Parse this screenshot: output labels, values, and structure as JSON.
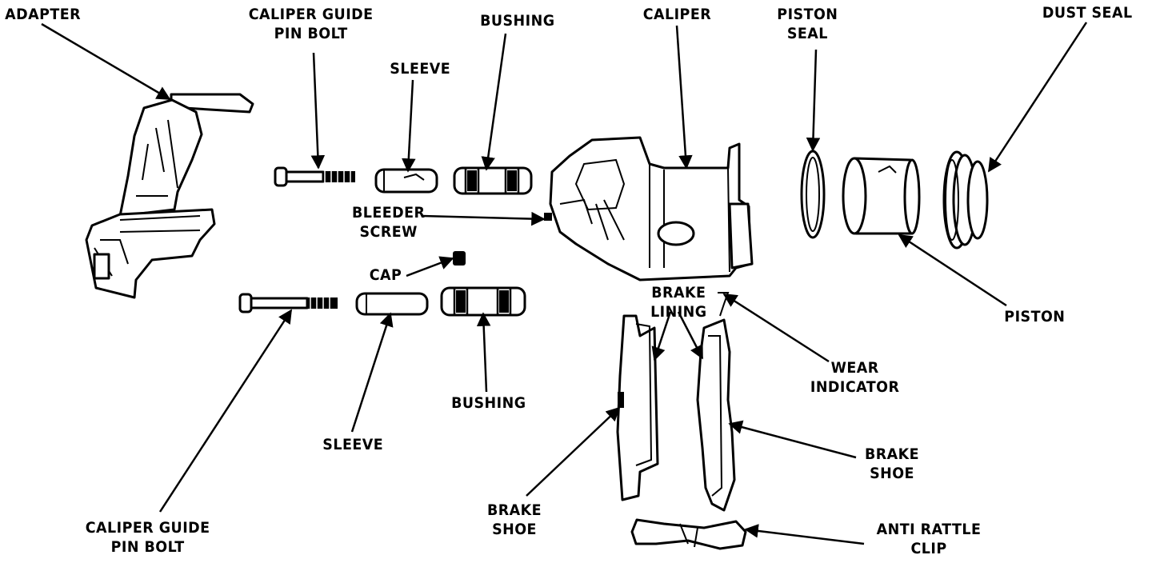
{
  "labels": {
    "adapter": "ADAPTER",
    "guide_bolt_top": [
      "CALIPER GUIDE",
      "PIN BOLT"
    ],
    "sleeve_top": "SLEEVE",
    "bushing_top": "BUSHING",
    "caliper": "CALIPER",
    "piston_seal": [
      "PISTON",
      "SEAL"
    ],
    "dust_seal": "DUST SEAL",
    "bleeder_screw": [
      "BLEEDER",
      "SCREW"
    ],
    "cap": "CAP",
    "brake_lining": [
      "BRAKE",
      "LINING"
    ],
    "wear_indicator": [
      "WEAR",
      "INDICATOR"
    ],
    "piston": "PISTON",
    "bushing_bottom": "BUSHING",
    "sleeve_bottom": "SLEEVE",
    "guide_bolt_bottom": [
      "CALIPER GUIDE",
      "PIN  BOLT"
    ],
    "brake_shoe_left": [
      "BRAKE",
      "SHOE"
    ],
    "brake_shoe_right": [
      "BRAKE",
      "SHOE"
    ],
    "anti_rattle_clip": [
      "ANTI RATTLE",
      "CLIP"
    ]
  }
}
